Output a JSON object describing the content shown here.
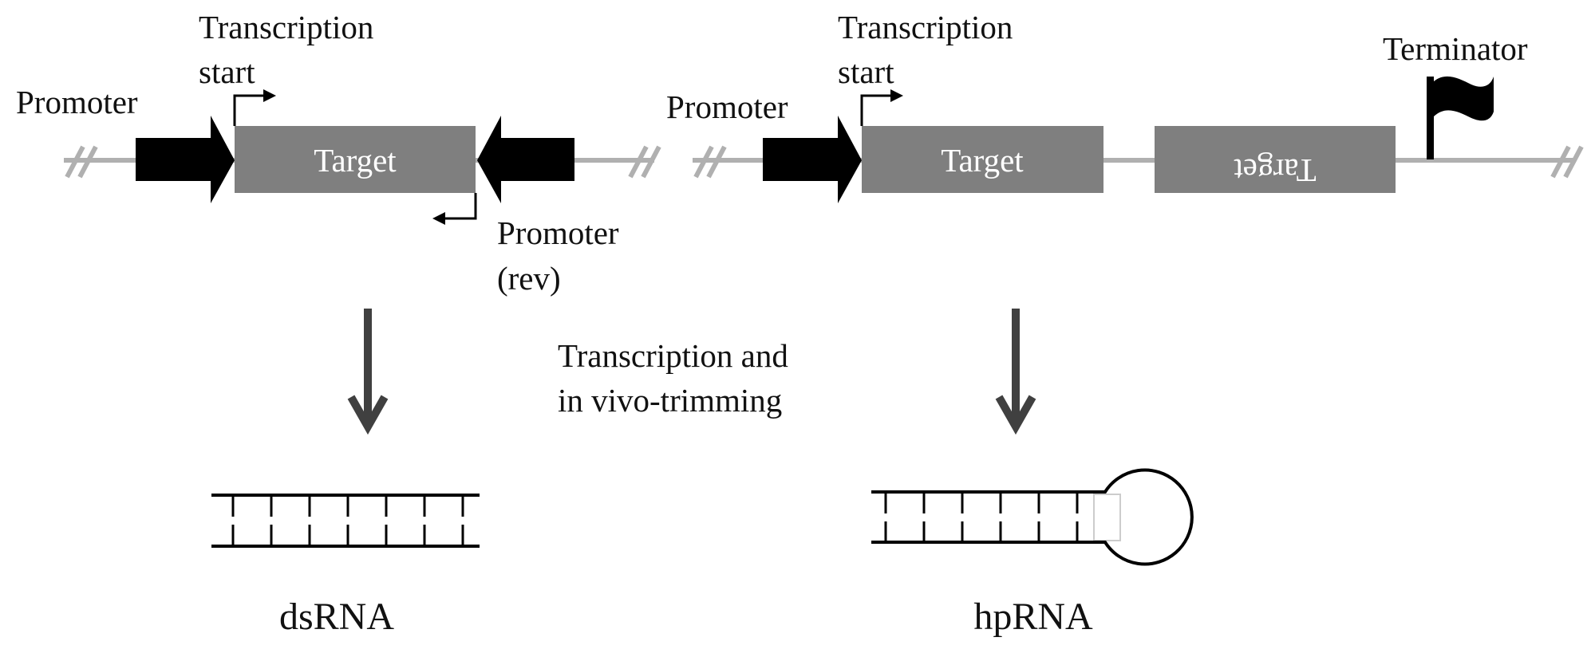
{
  "left_construct": {
    "promoter_label": "Promoter",
    "transcription_start_line1": "Transcription",
    "transcription_start_line2": "start",
    "target_label": "Target",
    "promoter_rev_line1": "Promoter",
    "promoter_rev_line2": "(rev)"
  },
  "right_construct": {
    "promoter_label": "Promoter",
    "transcription_start_line1": "Transcription",
    "transcription_start_line2": "start",
    "target_label": "Target",
    "target_reversed_label": "Target",
    "terminator_label": "Terminator"
  },
  "process": {
    "line1": "Transcription and",
    "line2": "in vivo-trimming"
  },
  "products": {
    "left": "dsRNA",
    "right": "hpRNA"
  },
  "colors": {
    "backbone": "#b0b0b0",
    "target_box": "#7f7f7f",
    "promoter": "#000000",
    "process_arrow": "#404040"
  }
}
